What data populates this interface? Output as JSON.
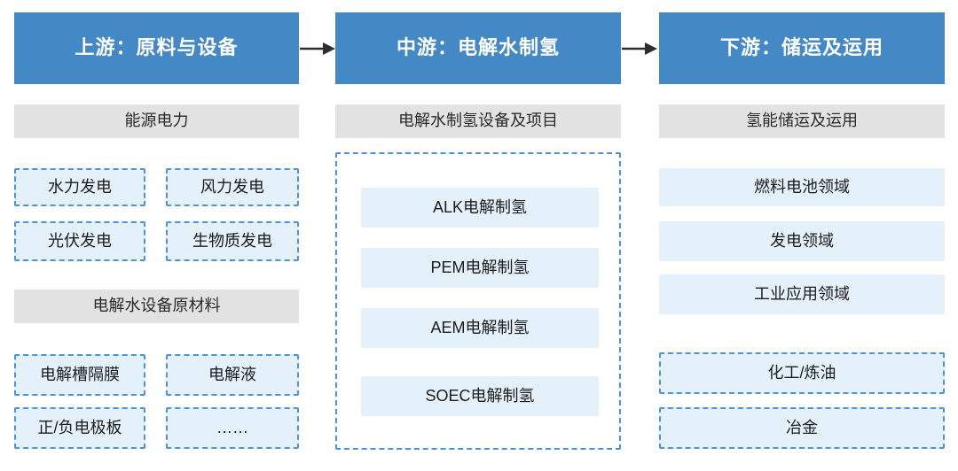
{
  "colors": {
    "header_blue": "#4489C6",
    "gray_box": "#E2E2E2",
    "light_blue": "#E4F1FB",
    "dashed_border": "#4D93D8",
    "arrow_color": "#2E2E2E",
    "header_text": "#FFFFFF",
    "body_text": "#1C1C1C"
  },
  "upstream": {
    "header": "上游：原料与设备",
    "category_energy": "能源电力",
    "energy_items": [
      "水力发电",
      "风力发电",
      "光伏发电",
      "生物质发电"
    ],
    "category_materials": "电解水设备原材料",
    "material_items": [
      "电解槽隔膜",
      "电解液",
      "正/负电极板",
      "……"
    ]
  },
  "midstream": {
    "header": "中游：电解水制氢",
    "category_equipment": "电解水制氢设备及项目",
    "electrolysis_items": [
      "ALK电解制氢",
      "PEM电解制氢",
      "AEM电解制氢",
      "SOEC电解制氢"
    ]
  },
  "downstream": {
    "header": "下游：储运及运用",
    "category_storage": "氢能储运及运用",
    "application_items": [
      "燃料电池领域",
      "发电领域",
      "工业应用领域"
    ],
    "industry_items": [
      "化工/炼油",
      "冶金"
    ]
  }
}
